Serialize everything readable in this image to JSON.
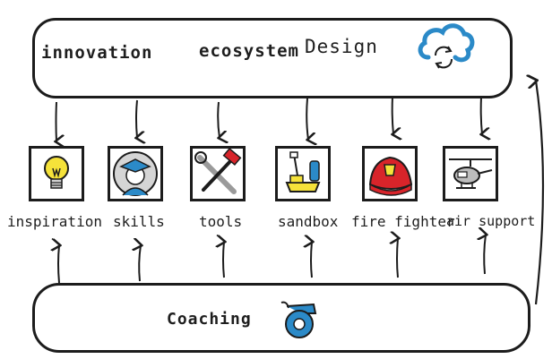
{
  "header": {
    "word_1": "innovation",
    "word_2": "ecosystem",
    "word_3": "Design",
    "icon": "cloud-cycle-icon"
  },
  "elements": [
    {
      "label": "inspiration",
      "icon": "lightbulb-icon"
    },
    {
      "label": "skills",
      "icon": "graduate-icon"
    },
    {
      "label": "tools",
      "icon": "wrench-hammer-icon"
    },
    {
      "label": "sandbox",
      "icon": "sandbox-toys-icon"
    },
    {
      "label": "fire fighter",
      "icon": "firefighter-helmet-icon"
    },
    {
      "label": "air support",
      "icon": "helicopter-icon"
    }
  ],
  "footer": {
    "label": "Coaching",
    "icon": "whistle-icon"
  },
  "colors": {
    "ink": "#1c1c1c",
    "blue": "#2b8ac8",
    "yellow": "#f5e23a",
    "red": "#d8242a"
  }
}
